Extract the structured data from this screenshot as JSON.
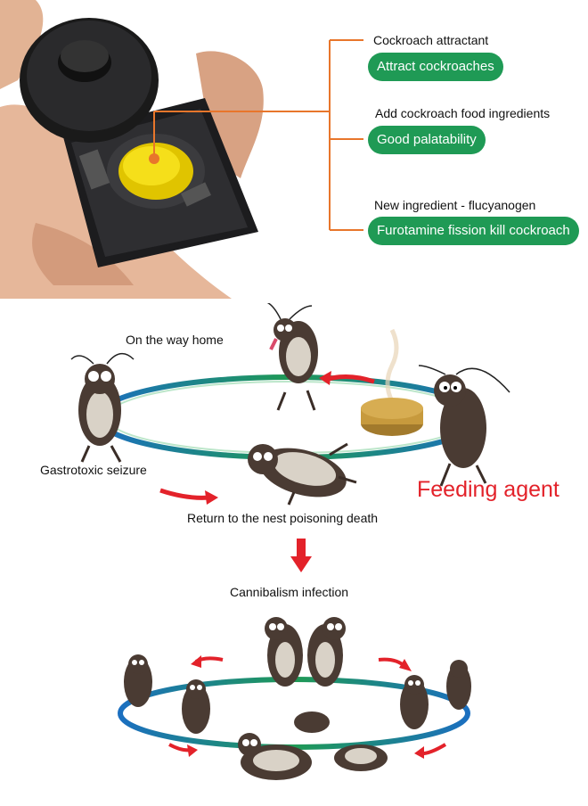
{
  "top": {
    "captions": [
      "Cockroach attractant",
      "Add cockroach food ingredients",
      "New ingredient - flucyanogen"
    ],
    "pills": [
      "Attract cockroaches",
      "Good palatability",
      "Furotamine fission kill cockroach"
    ],
    "pill_color": "#1f9a55",
    "connector_color": "#e8762b"
  },
  "cycle": {
    "on_the_way_home": "On the way home",
    "gastrotoxic": "Gastrotoxic seizure",
    "feeding_agent": "Feeding agent",
    "return_nest": "Return to the nest poisoning death",
    "arrow_color": "#e3222a",
    "ring_colors": [
      "#1f9a55",
      "#1b6fc0"
    ]
  },
  "bottom": {
    "cannibalism": "Cannibalism infection"
  }
}
